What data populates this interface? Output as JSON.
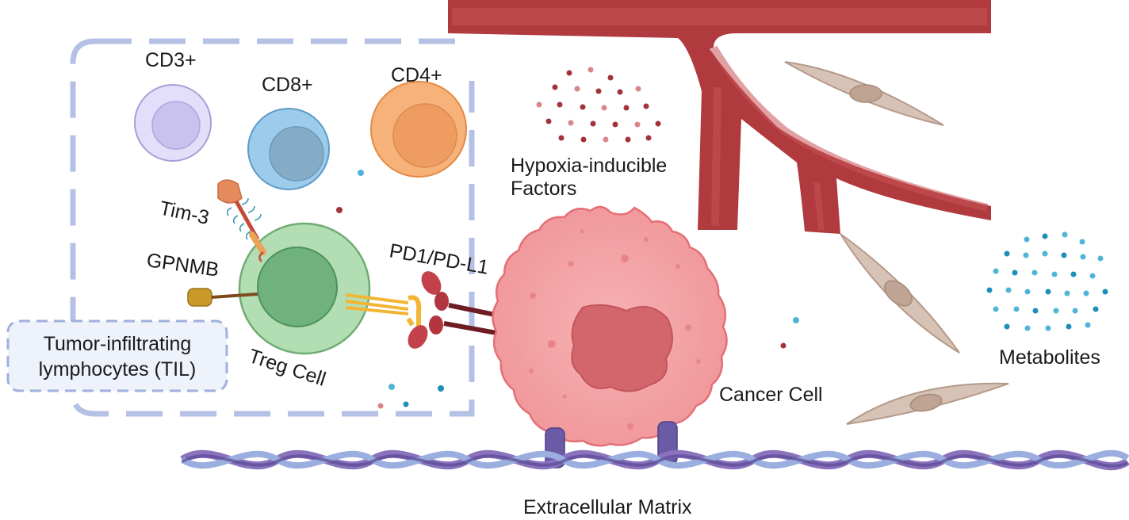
{
  "labels": {
    "cd3": "CD3+",
    "cd8": "CD8+",
    "cd4": "CD4+",
    "tim3": "Tim-3",
    "gpnmb": "GPNMB",
    "treg": "Treg Cell",
    "pd1": "PD1/PD-L1",
    "hif_line1": "Hypoxia-inducible",
    "hif_line2": "Factors",
    "cancer": "Cancer Cell",
    "metabolites": "Metabolites",
    "ecm": "Extracellular Matrix",
    "til_line1": "Tumor-infiltrating",
    "til_line2": "lymphocytes (TIL)"
  },
  "colors": {
    "cd3": "#cfc8ec",
    "cd8": "#9ccbeb",
    "cd4": "#f7b27a",
    "treg": "#a9d9a9",
    "cancer": "#f4a0a3",
    "vessel": "#b03a3e",
    "fibroblast": "#d7c3b6",
    "ecm": "#8a72bd",
    "til_border": "#9fb0dc"
  }
}
